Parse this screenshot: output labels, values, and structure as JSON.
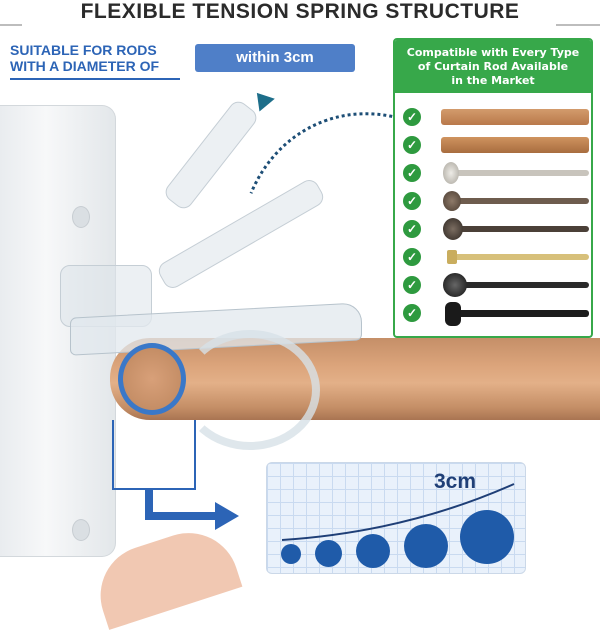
{
  "header": {
    "title": "FLEXIBLE TENSION SPRING STRUCTURE"
  },
  "spec": {
    "label_line1": "SUITABLE FOR RODS",
    "label_line2": "WITH A DIAMETER OF",
    "value": "within 3cm"
  },
  "compatibility": {
    "title_line1": "Compatible with Every Type",
    "title_line2": "of Curtain Rod Available",
    "title_line3": "in the Market",
    "check_icon": "check-circle-icon",
    "accent": "#37a84a",
    "rods": [
      {
        "name": "light-wood-rod"
      },
      {
        "name": "wood-rod"
      },
      {
        "name": "silver-finial-rod"
      },
      {
        "name": "bronze-rod"
      },
      {
        "name": "dark-bronze-finial-rod"
      },
      {
        "name": "gold-rod"
      },
      {
        "name": "black-ball-rod"
      },
      {
        "name": "black-finial-rod"
      }
    ]
  },
  "diameter_panel": {
    "label": "3cm",
    "accent": "#1f5ba9"
  }
}
